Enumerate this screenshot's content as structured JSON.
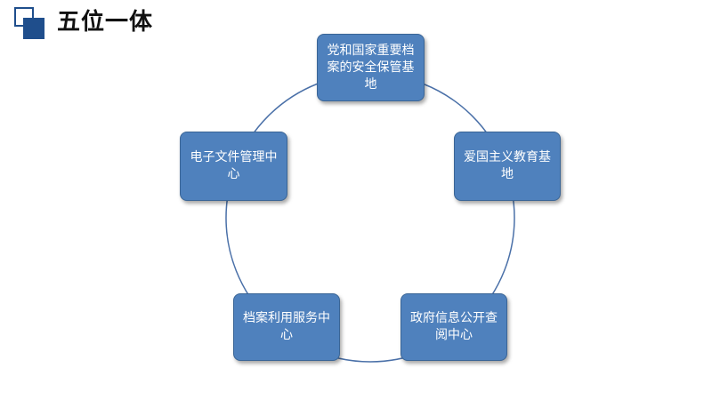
{
  "slide": {
    "title": "五位一体"
  },
  "diagram": {
    "nodes": [
      {
        "id": "top",
        "label": "党和国家重要档案的安全保管基地"
      },
      {
        "id": "right",
        "label": "爱国主义教育基地"
      },
      {
        "id": "bottom-right",
        "label": "政府信息公开查阅中心"
      },
      {
        "id": "bottom-left",
        "label": "档案利用服务中心"
      },
      {
        "id": "left",
        "label": "电子文件管理中心"
      }
    ]
  },
  "colors": {
    "node_fill": "#4f81bd",
    "node_border": "#3a6596",
    "ring": "#4a70a8",
    "title_accent": "#1f4e8c"
  }
}
